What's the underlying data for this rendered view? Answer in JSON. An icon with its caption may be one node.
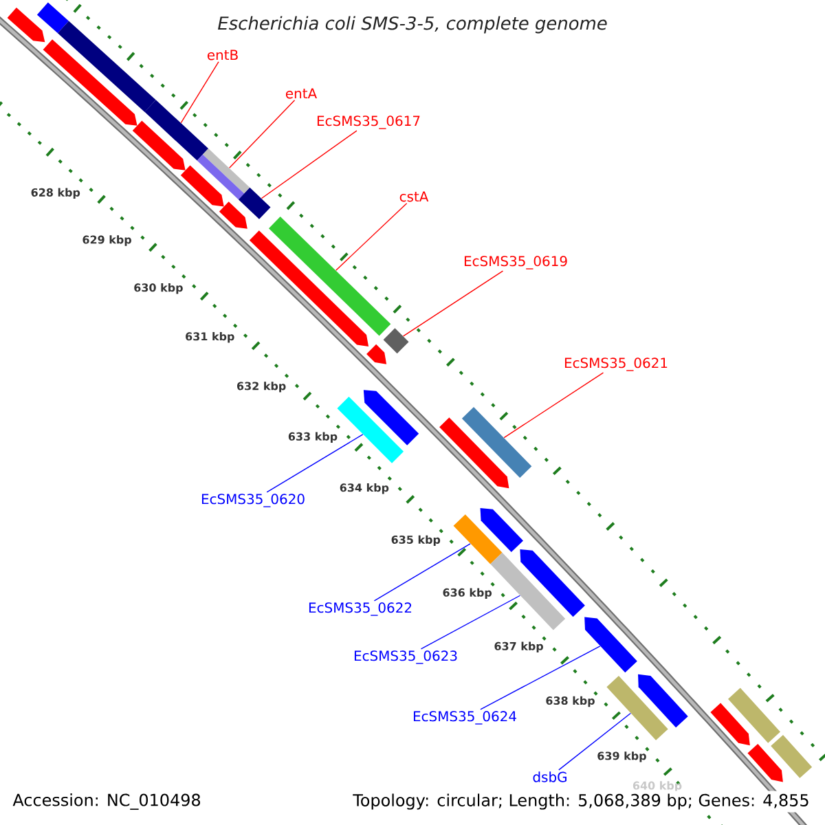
{
  "diagram": {
    "title": "Escherichia coli SMS-3-5, complete genome",
    "nodes": [
      {
        "text": [
          "entB"
        ]
      },
      {
        "text": [
          "entA"
        ]
      },
      {
        "text": [
          "EcSMS35_0617"
        ]
      },
      {
        "text": [
          "cstA"
        ]
      },
      {
        "text": [
          "EcSMS35_0619"
        ]
      },
      {
        "text": [
          "EcSMS35_0621"
        ]
      },
      {
        "text": [
          "EcSMS35_0620"
        ]
      },
      {
        "text": [
          "EcSMS35_0622"
        ]
      },
      {
        "text": [
          "EcSMS35_0623"
        ]
      },
      {
        "text": [
          "EcSMS35_0624"
        ]
      },
      {
        "text": [
          "dsbG"
        ]
      },
      {
        "text": [],
        "shape": "bar"
      },
      {
        "text": [],
        "shape": "bar"
      },
      {
        "text": [],
        "shape": "bar"
      },
      {
        "text": [],
        "shape": "bar"
      },
      {
        "text": [],
        "shape": "bar"
      },
      {
        "text": [],
        "shape": "bar"
      },
      {
        "text": [],
        "shape": "bar"
      },
      {
        "text": [],
        "shape": "bar"
      },
      {
        "text": [],
        "shape": "bar"
      },
      {
        "text": [],
        "shape": "bar"
      },
      {
        "text": [],
        "shape": "bar"
      },
      {
        "text": [],
        "shape": "bar"
      },
      {
        "text": [],
        "shape": "bar"
      },
      {
        "text": [],
        "shape": "bar"
      },
      {
        "text": [],
        "shape": "bar"
      },
      {
        "text": [],
        "shape": "bar"
      },
      {
        "text": [],
        "shape": "bar"
      },
      {
        "text": [],
        "shape": "bar"
      },
      {
        "text": [],
        "shape": "bar"
      },
      {
        "text": [],
        "shape": "bar"
      },
      {
        "text": [],
        "shape": "bar"
      },
      {
        "text": [],
        "shape": "bar"
      },
      {
        "text": [],
        "shape": "bar"
      },
      {
        "text": [],
        "shape": "bar"
      },
      {
        "text": [],
        "shape": "bar"
      },
      {
        "text": [],
        "shape": "bar"
      },
      {
        "text": [],
        "shape": "bar"
      },
      {
        "text": [],
        "shape": "bar"
      },
      {
        "text": [],
        "shape": "bar"
      }
    ],
    "edges": [
      {
        "from": 0,
        "to": 15,
        "arrow": "none"
      },
      {
        "from": 1,
        "to": 17,
        "arrow": "none"
      },
      {
        "from": 2,
        "to": 19,
        "arrow": "none"
      },
      {
        "from": 3,
        "to": 21,
        "arrow": "none"
      },
      {
        "from": 4,
        "to": 23,
        "arrow": "none"
      },
      {
        "from": 5,
        "to": 27,
        "arrow": "none"
      },
      {
        "from": 6,
        "to": 26,
        "arrow": "none",
        "color": "#0000ff"
      },
      {
        "from": 7,
        "to": 30,
        "arrow": "none",
        "color": "#0000ff"
      },
      {
        "from": 8,
        "to": 32,
        "arrow": "none",
        "color": "#0000ff"
      },
      {
        "from": 9,
        "to": 33,
        "arrow": "none",
        "color": "#0000ff"
      },
      {
        "from": 10,
        "to": 35,
        "arrow": "none",
        "color": "#0000ff"
      }
    ],
    "labels": [
      "628 kbp",
      "629 kbp",
      "630 kbp",
      "631 kbp",
      "632 kbp",
      "633 kbp",
      "634 kbp",
      "635 kbp",
      "636 kbp",
      "637 kbp",
      "638 kbp",
      "639 kbp",
      "640 kbp",
      "Accession: NC_010498",
      "Topology: circular; Length: 5,068,389 bp; Genes: 4,855"
    ]
  }
}
